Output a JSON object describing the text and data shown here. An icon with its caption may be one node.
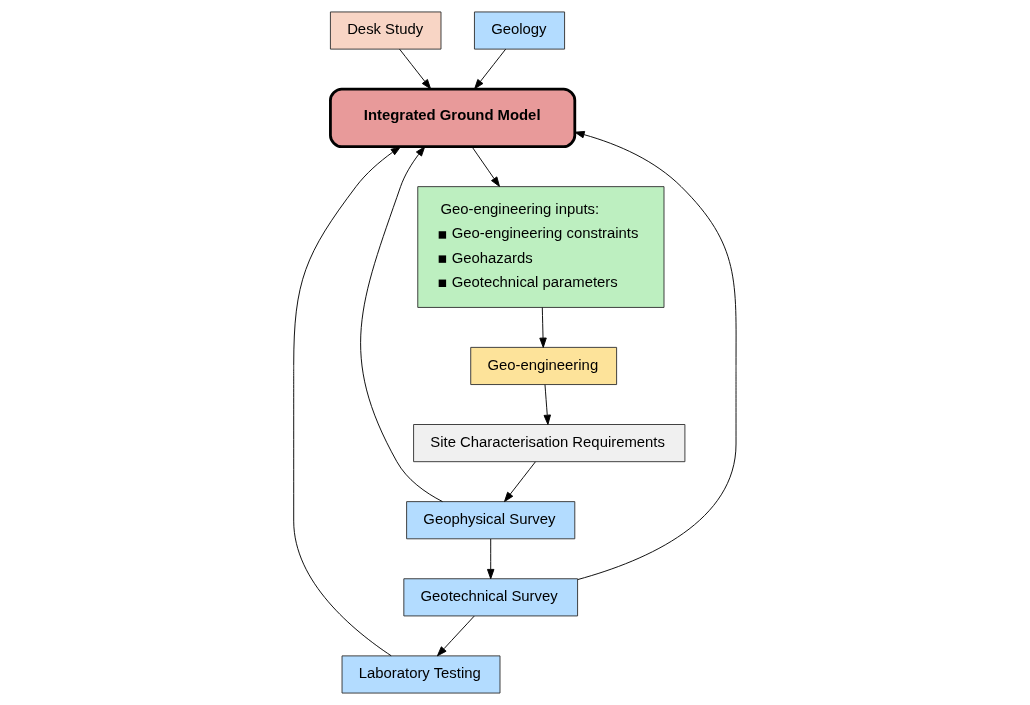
{
  "diagram": {
    "nodes": [
      {
        "text": [
          "Desk Study"
        ]
      },
      {
        "text": [
          "Laboratory Testing"
        ]
      },
      {
        "text": [
          "Geo-engineering inputs:",
          "Geo-engineering constraints",
          "Geohazards",
          "Geotechnical parameters"
        ]
      },
      {
        "text": [
          "Integrated Ground Model"
        ]
      },
      {
        "text": [
          "Geotechnical Survey"
        ]
      },
      {
        "text": [
          "Geology"
        ]
      },
      {
        "text": [
          "Geophysical Survey"
        ]
      },
      {
        "text": [
          "Geo-engineering"
        ]
      },
      {
        "text": [
          "Site Characterisation Requirements"
        ]
      }
    ],
    "edges": [
      {
        "from": 0,
        "to": 3,
        "arrow": "to"
      },
      {
        "from": 1,
        "to": 3,
        "arrow": "to"
      },
      {
        "from": 4,
        "to": 3,
        "arrow": "to"
      },
      {
        "from": 6,
        "to": 3,
        "arrow": "to"
      },
      {
        "from": 5,
        "to": 3,
        "arrow": "to"
      },
      {
        "from": 3,
        "to": 2,
        "arrow": "to"
      },
      {
        "from": 2,
        "to": 7,
        "arrow": "to"
      },
      {
        "from": 7,
        "to": 8,
        "arrow": "to"
      },
      {
        "from": 8,
        "to": 6,
        "arrow": "to"
      },
      {
        "from": 6,
        "to": 4,
        "arrow": "to"
      },
      {
        "from": 4,
        "to": 1,
        "arrow": "to"
      }
    ]
  }
}
